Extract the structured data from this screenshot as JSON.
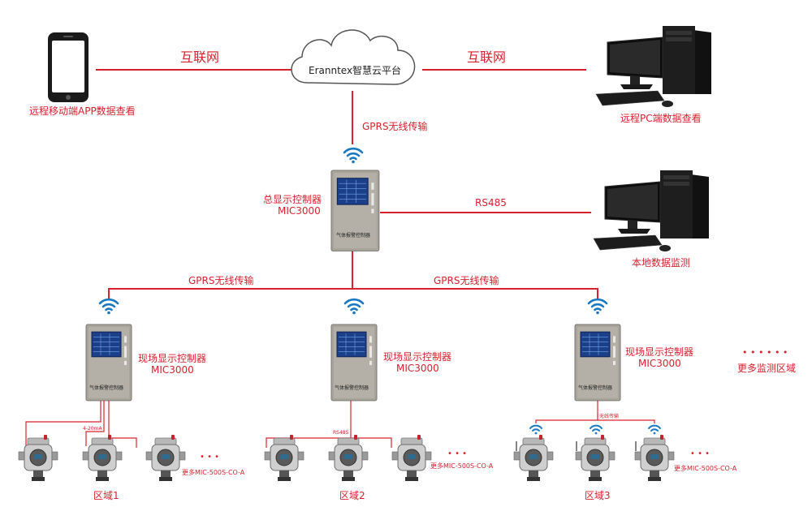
{
  "colors": {
    "accent_red": "#d9212e",
    "wifi_blue": "#1a78c2",
    "device_grey": "#a8a49b",
    "screen_blue": "#1c3f8a",
    "pc_black": "#1a1a1a"
  },
  "top": {
    "internet_left": "互联网",
    "internet_right": "互联网",
    "cloud_label": "Eranntex智慧云平台",
    "mobile_label": "远程移动端APP数据查看",
    "pc_remote_label": "远程PC端数据查看"
  },
  "main": {
    "gprs_up_label": "GPRS无线传输",
    "controller_title": "总显示控制器",
    "controller_model": "MIC3000",
    "controller_panel_text": "气体报警控制器",
    "rs485_label": "RS485",
    "local_pc_label": "本地数据监测"
  },
  "branch": {
    "gprs_left_label": "GPRS无线传输",
    "gprs_right_label": "GPRS无线传输"
  },
  "zones": [
    {
      "controller_title": "现场显示控制器",
      "controller_model": "MIC3000",
      "panel_text": "气体报警控制器",
      "link_label": "4-20mA",
      "dots": "• • •",
      "more_label": "更多MIC-500S-CO-A",
      "zone_label": "区域1"
    },
    {
      "controller_title": "现场显示控制器",
      "controller_model": "MIC3000",
      "panel_text": "气体报警控制器",
      "link_label": "RS485",
      "dots": "• • •",
      "more_label": "更多MIC-500S-CO-A",
      "zone_label": "区域2"
    },
    {
      "controller_title": "现场显示控制器",
      "controller_model": "MIC3000",
      "panel_text": "气体报警控制器",
      "link_label": "无线传输",
      "dots": "• • •",
      "more_label": "更多MIC-500S-CO-A",
      "zone_label": "区域3"
    }
  ],
  "more_areas": {
    "dots": "• • • • • •",
    "label": "更多监测区域"
  }
}
